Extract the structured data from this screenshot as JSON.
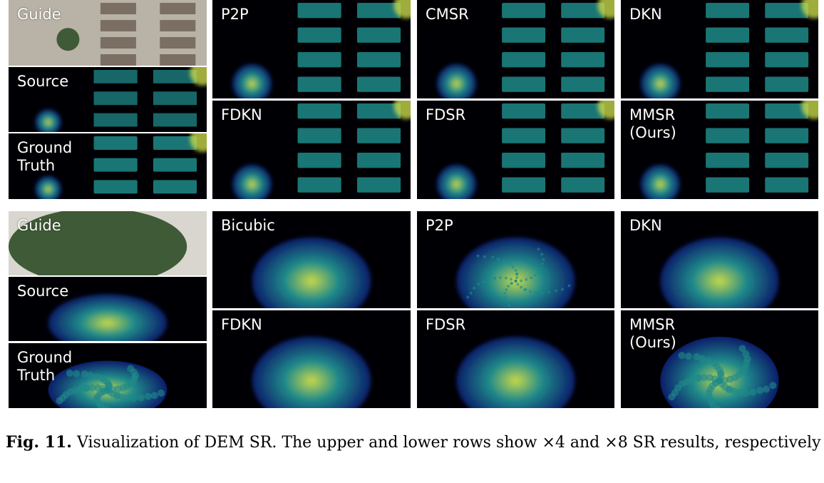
{
  "figure": {
    "colors": {
      "background": "#000004",
      "low": "#0b1d6b",
      "mid": "#1f8a8a",
      "high": "#c8d84a",
      "photo_roof": "#7b6e63",
      "photo_ground": "#b9b2a6",
      "photo_tree": "#3f5a36"
    },
    "top_row": {
      "left_column": [
        {
          "label": "Guide",
          "kind": "photo-buildings"
        },
        {
          "label": "Source",
          "kind": "dem-buildings-low"
        },
        {
          "label": "Ground\nTruth",
          "kind": "dem-buildings"
        }
      ],
      "grid": [
        {
          "label": "P2P",
          "kind": "dem-buildings"
        },
        {
          "label": "CMSR",
          "kind": "dem-buildings"
        },
        {
          "label": "DKN",
          "kind": "dem-buildings"
        },
        {
          "label": "FDKN",
          "kind": "dem-buildings"
        },
        {
          "label": "FDSR",
          "kind": "dem-buildings"
        },
        {
          "label": "MMSR\n(Ours)",
          "kind": "dem-buildings"
        }
      ]
    },
    "bottom_row": {
      "left_column": [
        {
          "label": "Guide",
          "kind": "photo-trees"
        },
        {
          "label": "Source",
          "kind": "dem-tree-low"
        },
        {
          "label": "Ground\nTruth",
          "kind": "dem-tree"
        }
      ],
      "grid": [
        {
          "label": "Bicubic",
          "kind": "dem-tree-blur"
        },
        {
          "label": "P2P",
          "kind": "dem-tree-noisy"
        },
        {
          "label": "DKN",
          "kind": "dem-tree-blur"
        },
        {
          "label": "FDKN",
          "kind": "dem-tree-blur"
        },
        {
          "label": "FDSR",
          "kind": "dem-tree-blur"
        },
        {
          "label": "MMSR\n(Ours)",
          "kind": "dem-tree"
        }
      ]
    }
  },
  "caption": {
    "label": "Fig. 11.",
    "text": " Visualization of DEM SR. The upper and lower rows show ×4 and ×8 SR results, respectively"
  }
}
